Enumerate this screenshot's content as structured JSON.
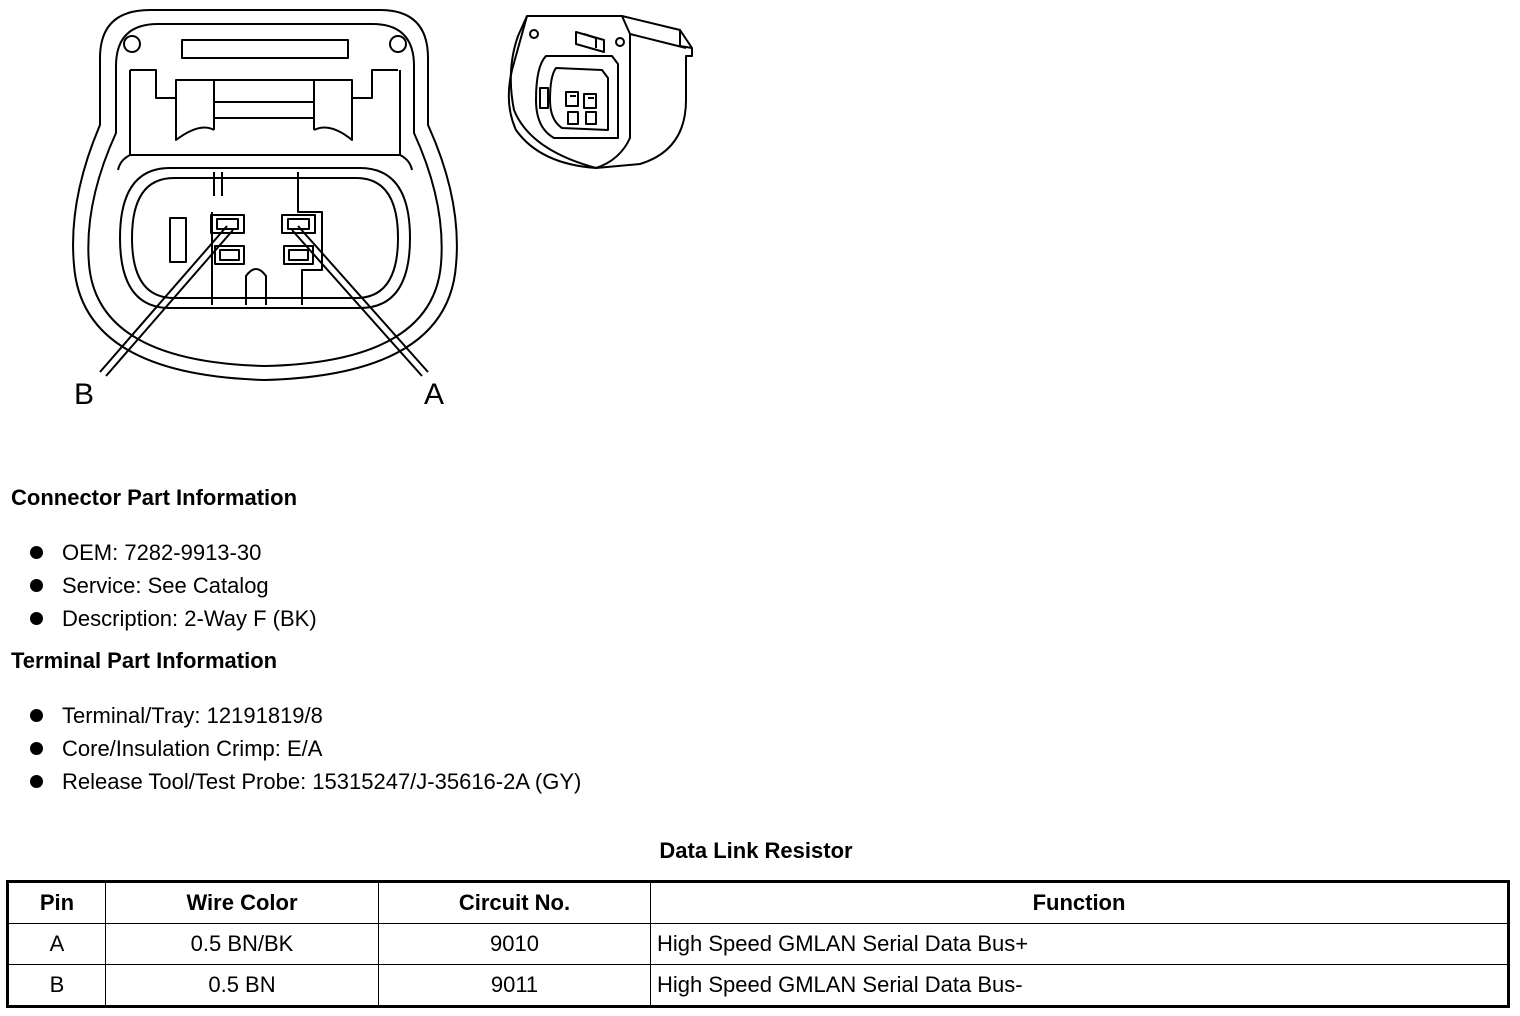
{
  "diagram": {
    "callouts": {
      "a": "A",
      "b": "B"
    }
  },
  "connector_info": {
    "title": "Connector Part Information",
    "items": [
      "OEM: 7282-9913-30",
      "Service: See Catalog",
      "Description: 2-Way F (BK)"
    ]
  },
  "terminal_info": {
    "title": "Terminal Part Information",
    "items": [
      "Terminal/Tray: 12191819/8",
      "Core/Insulation Crimp: E/A",
      "Release Tool/Test Probe: 15315247/J-35616-2A (GY)"
    ]
  },
  "table": {
    "title": "Data Link Resistor",
    "headers": [
      "Pin",
      "Wire Color",
      "Circuit No.",
      "Function"
    ],
    "rows": [
      [
        "A",
        "0.5 BN/BK",
        "9010",
        "High Speed GMLAN Serial Data Bus+"
      ],
      [
        "B",
        "0.5 BN",
        "9011",
        "High Speed GMLAN Serial Data Bus-"
      ]
    ]
  }
}
